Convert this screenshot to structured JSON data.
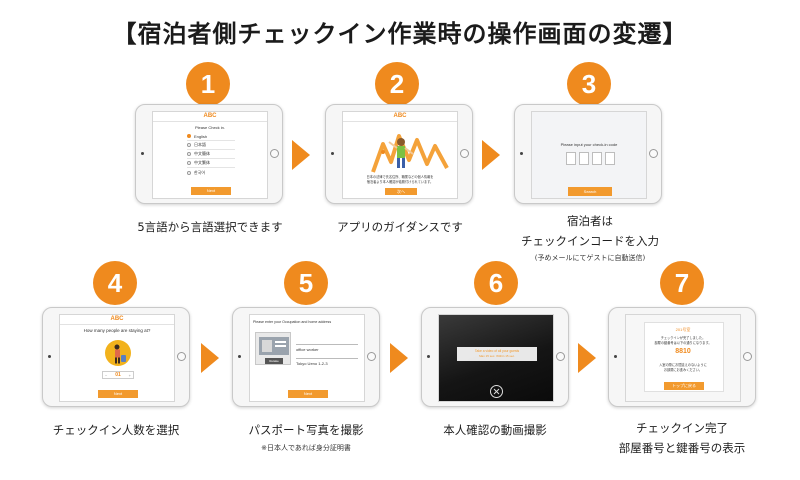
{
  "title": "【宿泊者側チェックイン作業時の操作画面の変遷】",
  "colors": {
    "accent": "#ef8a1e",
    "button": "#f29a2e"
  },
  "app_logo": "ABC",
  "steps": [
    {
      "number": "1",
      "caption": "5言語から言語選択できます",
      "screen": {
        "heading": "Please Check in.",
        "languages": [
          "English",
          "日本語",
          "中文簡体",
          "中文繁体",
          "한국어"
        ],
        "button": "Next"
      }
    },
    {
      "number": "2",
      "caption": "アプリのガイダンスです",
      "screen": {
        "guide_text_1": "日本の法律で氏名住所、職業などの個人情報を",
        "guide_text_2": "宿泊者より本人確認が義務付けられています。",
        "button": "次へ"
      }
    },
    {
      "number": "3",
      "caption_line_1": "宿泊者は",
      "caption_line_2": "チェックインコードを入力",
      "note": "(予めメールにてゲストに自動送信)",
      "screen": {
        "prompt": "Please input your check-in code",
        "button": "Search"
      }
    },
    {
      "number": "4",
      "caption": "チェックイン人数を選択",
      "screen": {
        "question": "How many people are staying at?",
        "count": "01",
        "minus": "−",
        "plus": "+",
        "button": "Next"
      }
    },
    {
      "number": "5",
      "caption": "パスポート写真を撮影",
      "note": "※日本人であれば身分証明書",
      "screen": {
        "prompt": "Please enter your Occupation and home address",
        "occupation": "office worker",
        "address": "Tokyo Ueno 1-2-3",
        "retake": "Retake",
        "button": "Next"
      }
    },
    {
      "number": "6",
      "caption": "本人確認の動画撮影",
      "screen": {
        "instruction": "Take a video of all your guests",
        "sub_instruction": "Max 15 sec. Within 15 sec."
      }
    },
    {
      "number": "7",
      "caption_line_1": "チェックイン完了",
      "caption_line_2": "部屋番号と鍵番号の表示",
      "screen": {
        "room_label": "201号室",
        "msg_1": "チェックインが完了しました。",
        "msg_2": "部屋の鍵番号は以下の通りになります。",
        "key_number": "8810",
        "msg_3": "入室の際にお間違えのないように",
        "msg_4": "お部屋にお進みください。",
        "button": "トップに戻る"
      }
    }
  ]
}
